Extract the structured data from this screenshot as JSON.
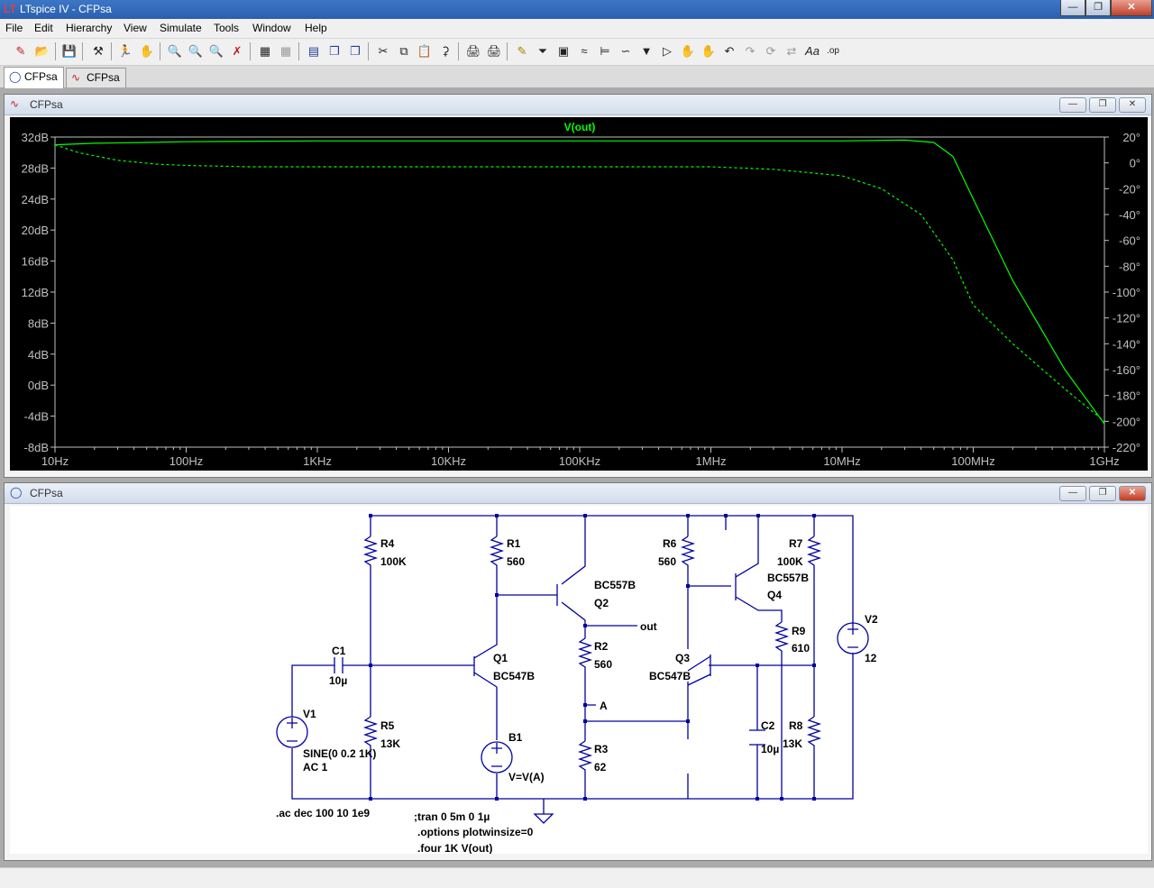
{
  "window": {
    "title": "LTspice IV - CFPsa",
    "app_icon": "ltspice-logo-icon"
  },
  "menu": [
    "File",
    "Edit",
    "Hierarchy",
    "View",
    "Simulate",
    "Tools",
    "Window",
    "Help"
  ],
  "tabs": [
    {
      "label": "CFPsa",
      "icon": "schematic-icon",
      "active": true
    },
    {
      "label": "CFPsa",
      "icon": "waveform-icon",
      "active": false
    }
  ],
  "plot_window": {
    "title": "CFPsa",
    "trace_label": "V(out)",
    "trace_color": "#00ff00",
    "background": "#000000"
  },
  "chart_data": {
    "type": "line",
    "title": "V(out)",
    "x_scale": "log",
    "xlim": [
      10,
      1000000000
    ],
    "x_ticks": [
      "10Hz",
      "100Hz",
      "1KHz",
      "10KHz",
      "100KHz",
      "1MHz",
      "10MHz",
      "100MHz",
      "1GHz"
    ],
    "ylim_left": [
      -8,
      32
    ],
    "y_left_ticks": [
      "32dB",
      "28dB",
      "24dB",
      "20dB",
      "16dB",
      "12dB",
      "8dB",
      "4dB",
      "0dB",
      "-4dB",
      "-8dB"
    ],
    "ylim_right": [
      -220,
      20
    ],
    "y_right_ticks": [
      "20°",
      "0°",
      "-20°",
      "-40°",
      "-60°",
      "-80°",
      "-100°",
      "-120°",
      "-140°",
      "-160°",
      "-180°",
      "-200°",
      "-220°"
    ],
    "grid": false,
    "series": [
      {
        "name": "V(out)",
        "style": "solid",
        "axis": "left",
        "unit": "dB",
        "x": [
          10,
          20,
          50,
          100,
          1000,
          10000,
          100000,
          1000000,
          10000000,
          30000000,
          50000000,
          70000000,
          100000000,
          200000000,
          500000000,
          1000000000
        ],
        "y": [
          31.0,
          31.2,
          31.3,
          31.4,
          31.5,
          31.5,
          31.5,
          31.5,
          31.5,
          31.6,
          31.3,
          29.5,
          24.0,
          13.5,
          2.0,
          -5.0
        ]
      },
      {
        "name": "phase",
        "style": "dashed",
        "axis": "right",
        "unit": "deg",
        "x": [
          10,
          15,
          30,
          60,
          100,
          300,
          1000,
          10000,
          100000,
          1000000,
          3000000,
          10000000,
          20000000,
          40000000,
          70000000,
          100000000,
          200000000,
          500000000,
          1000000000
        ],
        "y": [
          14,
          8,
          2,
          -1,
          -2,
          -3,
          -3,
          -3,
          -3,
          -3,
          -5,
          -10,
          -20,
          -40,
          -75,
          -110,
          -140,
          -175,
          -200
        ]
      }
    ]
  },
  "schematic_window": {
    "title": "CFPsa",
    "components": [
      {
        "ref": "R4",
        "value": "100K"
      },
      {
        "ref": "R1",
        "value": "560"
      },
      {
        "ref": "Q2",
        "value": "BC557B"
      },
      {
        "ref": "R6",
        "value": "560"
      },
      {
        "ref": "R7",
        "value": "100K"
      },
      {
        "ref": "Q4",
        "value": "BC557B"
      },
      {
        "ref": "V2",
        "value": "12"
      },
      {
        "ref": "C1",
        "value": "10µ"
      },
      {
        "ref": "Q1",
        "value": "BC547B"
      },
      {
        "ref": "R2",
        "value": "560"
      },
      {
        "ref": "Q3",
        "value": "BC547B"
      },
      {
        "ref": "R9",
        "value": "610"
      },
      {
        "ref": "V1",
        "value": "SINE(0 0.2 1K)",
        "extra": "AC 1"
      },
      {
        "ref": "R5",
        "value": "13K"
      },
      {
        "ref": "B1",
        "value": "V=V(A)"
      },
      {
        "ref": "R3",
        "value": "62"
      },
      {
        "ref": "C2",
        "value": "10µ"
      },
      {
        "ref": "R8",
        "value": "13K"
      }
    ],
    "net_labels": {
      "out": "out",
      "A": "A"
    },
    "directives": {
      "ac": ".ac dec 100 10 1e9",
      "tran": ";tran 0 5m 0 1µ",
      "options": ".options plotwinsize=0",
      "four": ".four 1K V(out)"
    }
  }
}
